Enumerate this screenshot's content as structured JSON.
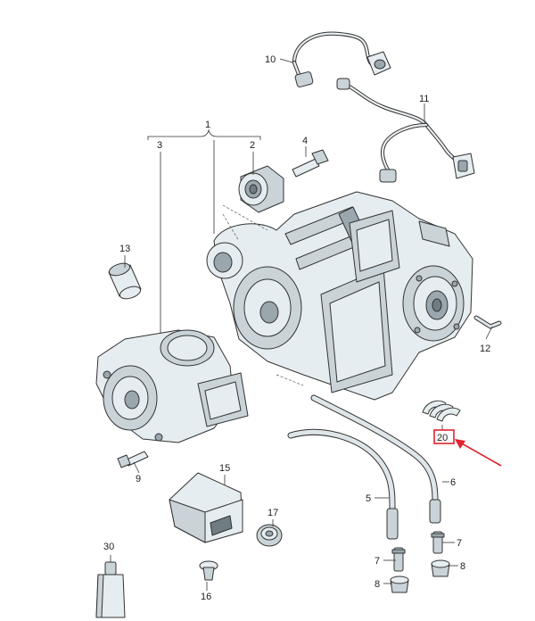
{
  "callouts": {
    "c1": "1",
    "c2": "2",
    "c3": "3",
    "c4": "4",
    "c5": "5",
    "c6": "6",
    "c7a": "7",
    "c7b": "7",
    "c8a": "8",
    "c8b": "8",
    "c9": "9",
    "c10": "10",
    "c11": "11",
    "c12": "12",
    "c13": "13",
    "c15": "15",
    "c16": "16",
    "c17": "17",
    "c20": "20",
    "c30": "30"
  },
  "colors": {
    "highlight_box": "#e0232d",
    "arrow": "#e0232d",
    "line_art": "#333333"
  }
}
